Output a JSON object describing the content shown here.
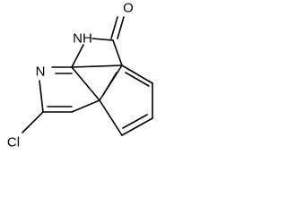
{
  "molecule": {
    "atom_labels": {
      "oxygen": "O",
      "amide_nh": "NH",
      "ring_nitrogen": "N",
      "chlorine": "Cl"
    },
    "colors": {
      "bonds": "#000000",
      "labels": "#000000",
      "background": "#ffffff"
    }
  }
}
